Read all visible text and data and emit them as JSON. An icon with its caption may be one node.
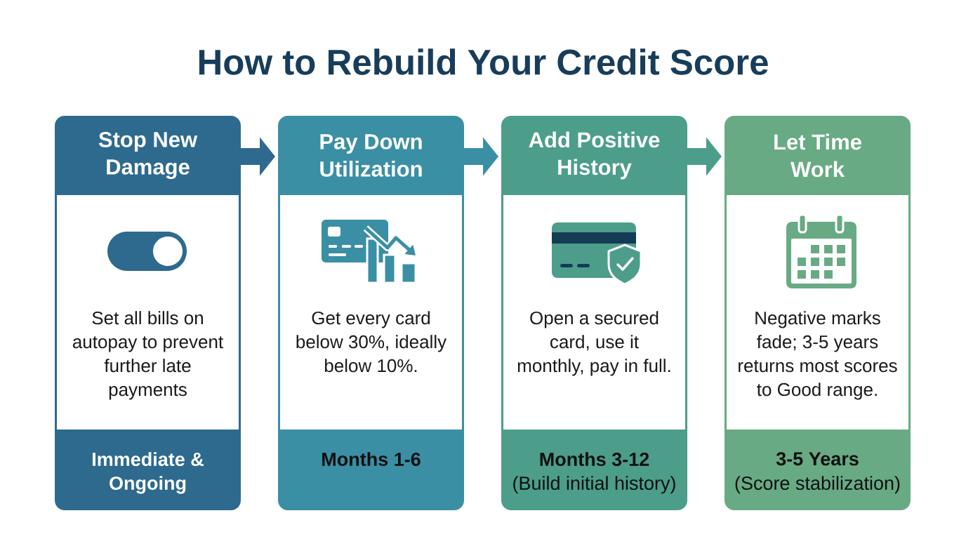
{
  "diagram": {
    "title": "How to Rebuild Your Credit Score",
    "nodes": [
      {
        "text": [
          "Stop New Damage",
          "Set all bills on autopay to prevent further late payments",
          "Immediate & Ongoing"
        ]
      },
      {
        "text": [
          "Pay Down Utilization",
          "Get every card below 30%, ideally below 10%.",
          "Months 1-6"
        ]
      },
      {
        "text": [
          "Add Positive History",
          "Open a secured card, use it monthly, pay in full.",
          "Months 3-12",
          "(Build initial history)"
        ]
      },
      {
        "text": [
          "Let Time Work",
          "Negative marks fade; 3-5 years returns most scores to Good range.",
          "3-5 Years",
          "(Score stabilization)"
        ]
      }
    ],
    "edges": [
      {
        "from": 0,
        "to": 1,
        "arrow": "to"
      },
      {
        "from": 1,
        "to": 2,
        "arrow": "to"
      },
      {
        "from": 2,
        "to": 3,
        "arrow": "to"
      }
    ]
  }
}
